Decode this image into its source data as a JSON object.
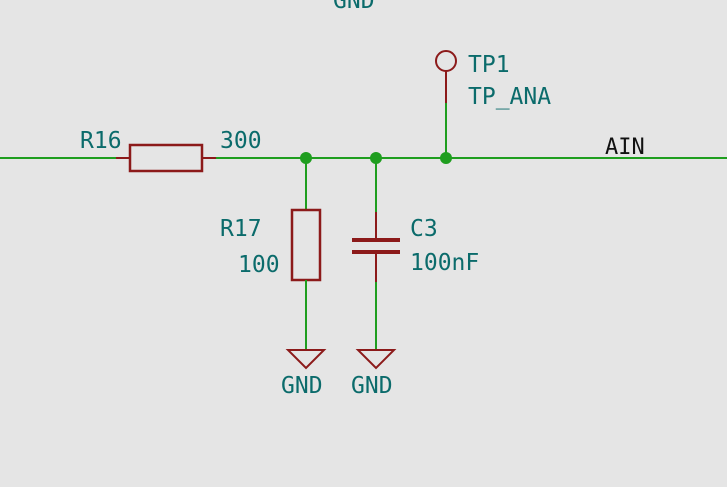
{
  "schematic": {
    "top_ground_label": "GND",
    "components": {
      "r16": {
        "ref": "R16",
        "value": "300"
      },
      "r17": {
        "ref": "R17",
        "value": "100"
      },
      "c3": {
        "ref": "C3",
        "value": "100nF"
      },
      "tp1": {
        "ref": "TP1",
        "value": "TP_ANA"
      }
    },
    "grounds": {
      "r17_gnd": "GND",
      "c3_gnd": "GND"
    },
    "net_label": "AIN"
  },
  "colors": {
    "background": "#e5e5e5",
    "wire": "#1f9e1f",
    "component": "#8c1a1a",
    "label_text": "#0b6b6b",
    "net_label_text": "#111111"
  }
}
